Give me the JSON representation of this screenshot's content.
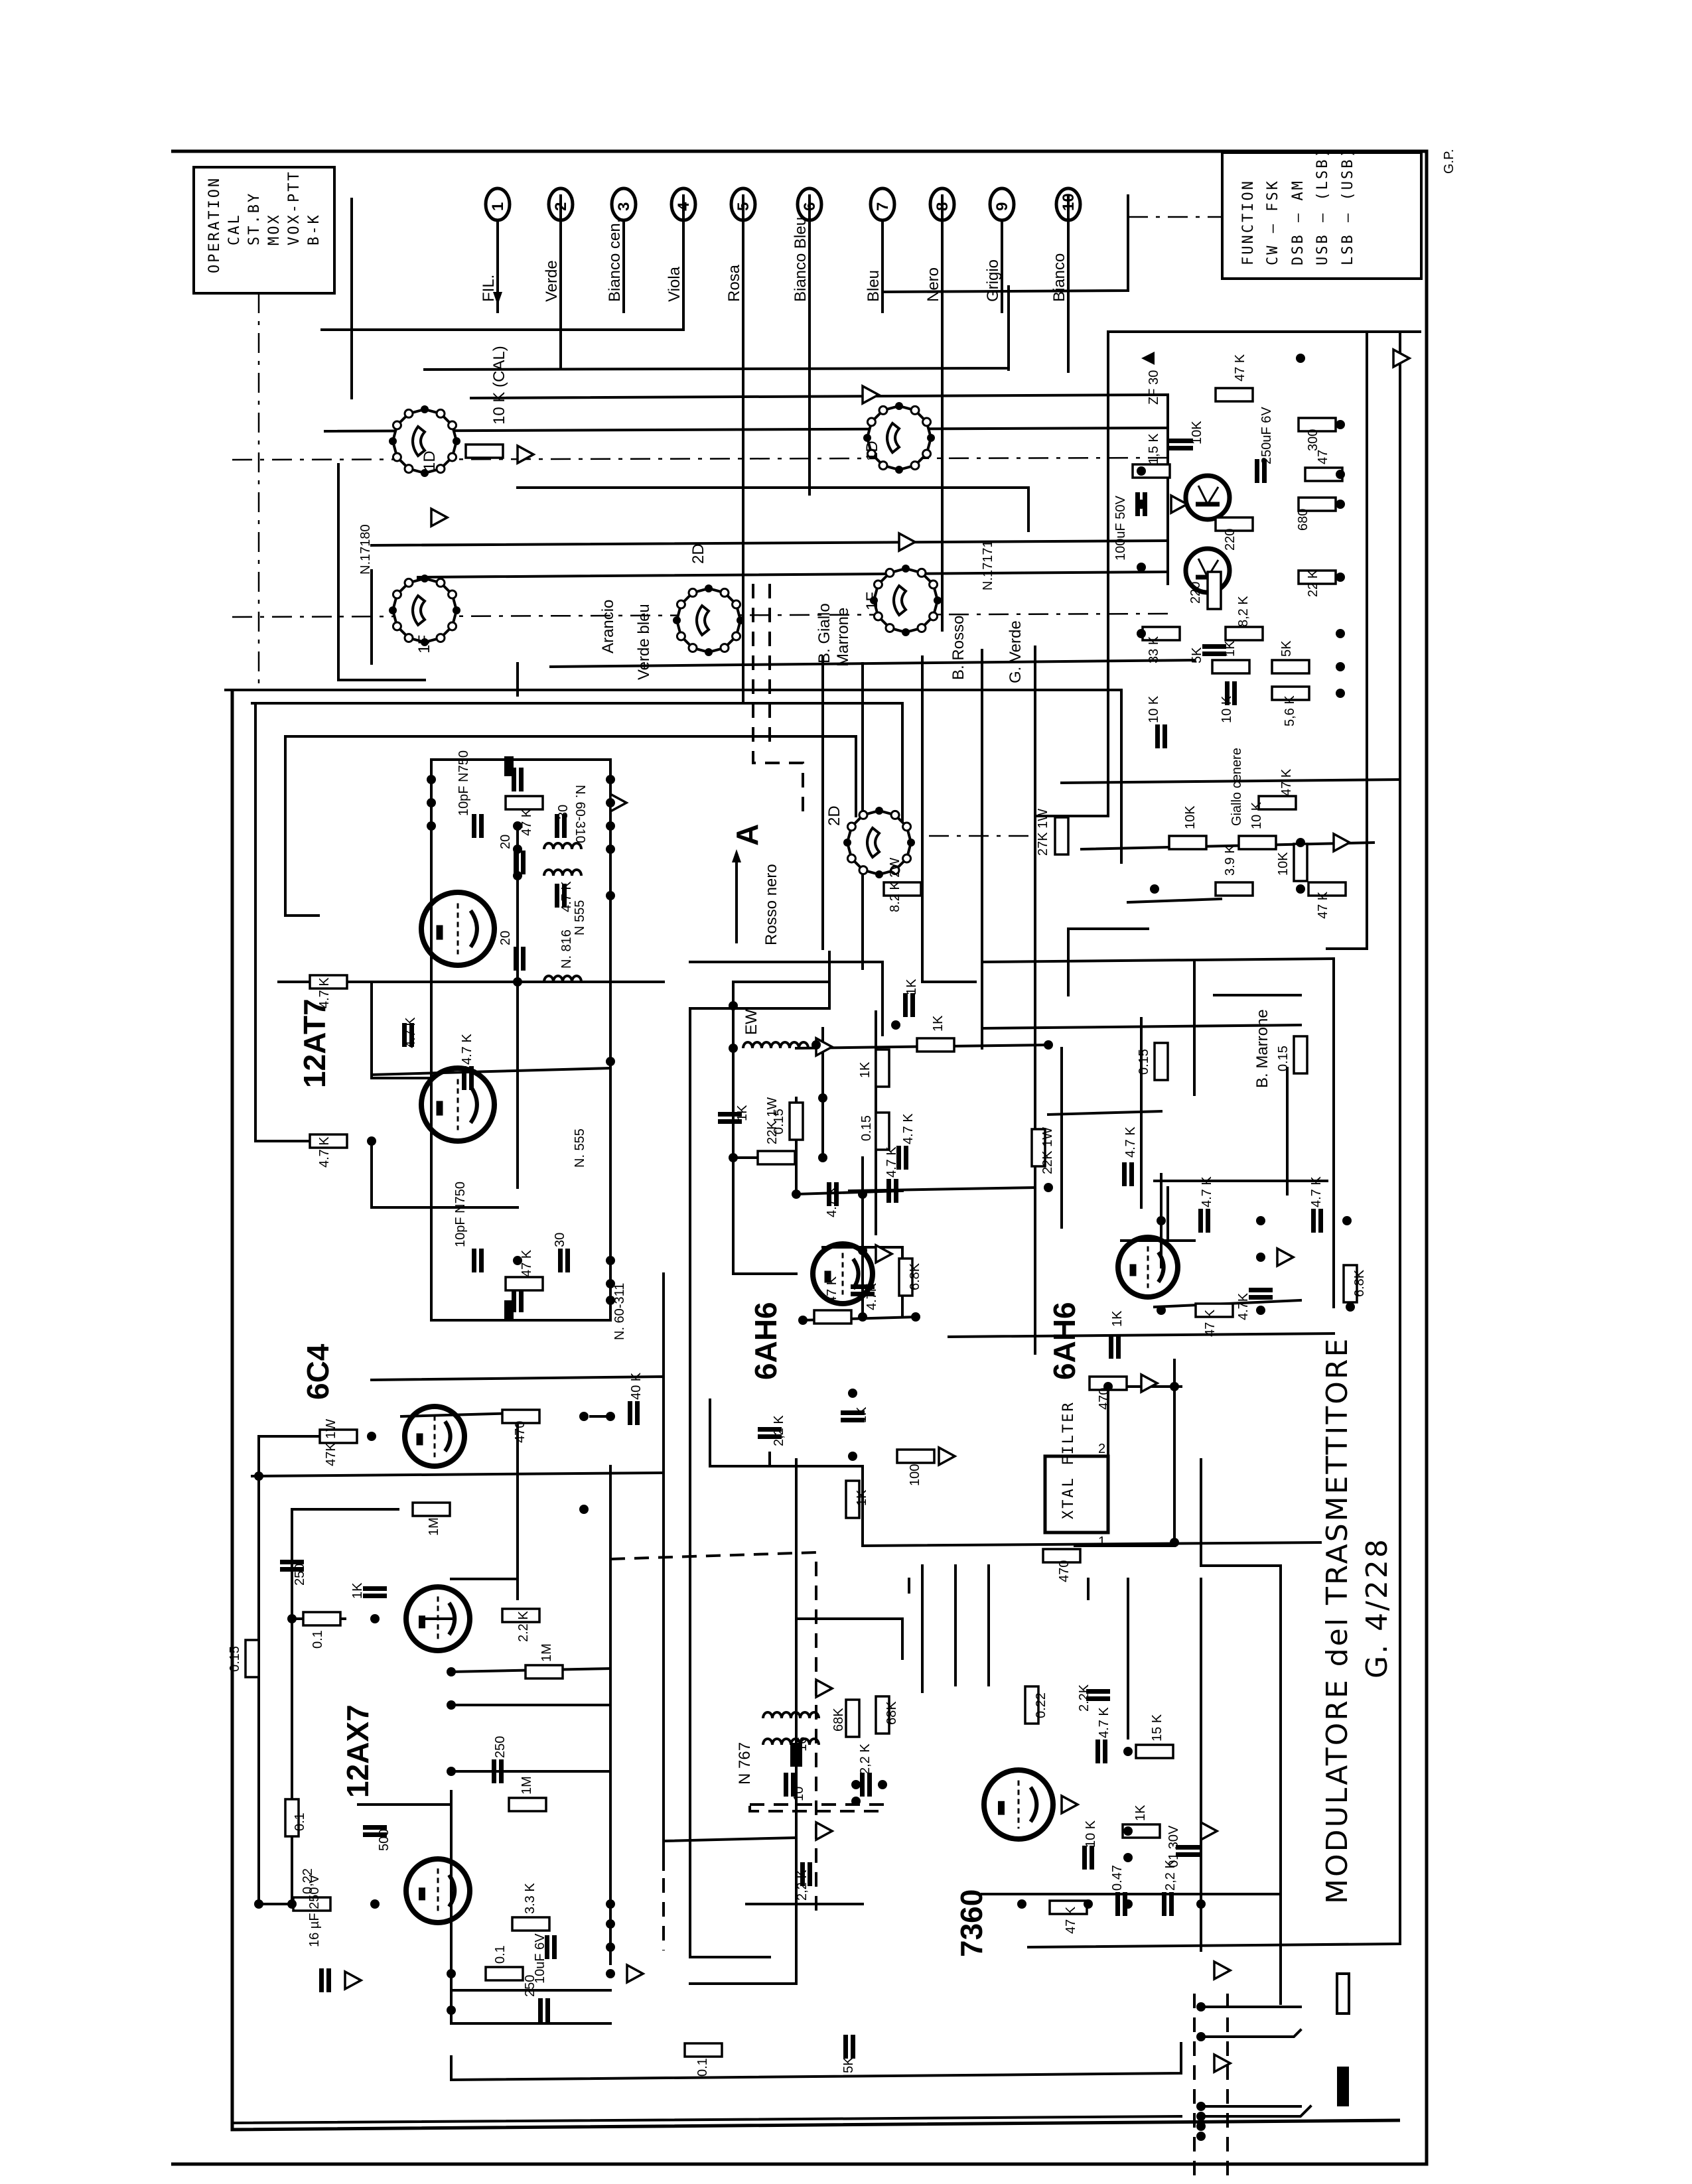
{
  "document": {
    "title": "MODULATORE del TRASMETTITORE",
    "model": "G. 4/228",
    "author_mark": "G.P."
  },
  "operation_box": {
    "heading": "OPERATION",
    "items": [
      "CAL",
      "ST.BY",
      "MOX",
      "VOX-PTT",
      "B-K"
    ]
  },
  "function_box": {
    "heading": "FUNCTION",
    "items": [
      "CW — FSK",
      "DSB — AM",
      "USB — (LSB)",
      "LSB — (USB)"
    ]
  },
  "connector_pins": [
    {
      "num": "1",
      "wire": "FIL."
    },
    {
      "num": "2",
      "wire": "Verde"
    },
    {
      "num": "3",
      "wire": "Bianco cen."
    },
    {
      "num": "4",
      "wire": "Viola"
    },
    {
      "num": "5",
      "wire": "Rosa"
    },
    {
      "num": "6",
      "wire": "Bianco Bleu"
    },
    {
      "num": "7",
      "wire": "Bleu"
    },
    {
      "num": "8",
      "wire": "Nero"
    },
    {
      "num": "9",
      "wire": "Grigio"
    },
    {
      "num": "10",
      "wire": "Bianco"
    }
  ],
  "tubes": {
    "osc": "12AT7",
    "mod1": "6AH6",
    "mod2": "6AH6",
    "cathode": "6C4",
    "preamp": "12AX7",
    "balmod": "7360"
  },
  "switch_wafers": {
    "op_1d": "1D",
    "op_1f": "1F",
    "op_code": "N.17180",
    "fn_1d": "1D",
    "fn_1f": "1F",
    "fn_code": "N.17171",
    "w2d_top": "2D",
    "w2d_bot": "2D"
  },
  "wire_labels": {
    "arancio": "Arancio",
    "verde_bleu": "Verde bleu",
    "b_giallo": "B. Giallo",
    "marrone": "Marrone",
    "b_rosso": "B. Rosso",
    "g_verde": "G. Verde",
    "rosso_nero": "Rosso nero",
    "giallo_cenere": "Giallo cenere",
    "b_marrone": "B. Marrone",
    "point_a": "A"
  },
  "coils": {
    "n60310": "N. 60-310",
    "n60311": "N. 60-311",
    "n555a": "N 555",
    "n816": "N. 816",
    "n555b": "N. 555",
    "ew": "EW",
    "n767": "N 767"
  },
  "regulator": {
    "zener": "ZF 30",
    "r47k": "47 K",
    "c10k": "10K",
    "c250uf": "250uF 6V",
    "r300": "300",
    "r47": "47",
    "r15k": "1,5 K",
    "c100uf": "100uF 50V",
    "r680": "680",
    "r220a": "220",
    "r22k": "22 K",
    "r220b": "220",
    "r33k": "33 K",
    "r82k": "8,2 K",
    "c5k": "5K",
    "r1k": "1K",
    "p5k": "5K",
    "c10k_b": "10 K",
    "c10k_c": "10 K",
    "r56k": "5,6 K"
  },
  "oscillator": {
    "r47k_a": "4.7 K",
    "r47k_b": "4.7 K",
    "c47k_a": "4.7 K",
    "c47k_b": "4.7 K",
    "c47k_c": "4.7 K",
    "c10pf_a": "10pF N750",
    "c10pf_b": "10pF N750",
    "r47k_c": "47 K",
    "r47k_d": "47 K",
    "c30_a": "30",
    "c30_b": "30",
    "c20_a": "20",
    "c20_b": "20"
  },
  "level_net": {
    "r47k": "47 K",
    "p10k": "10K",
    "r10k": "10 K",
    "r10k_v": "10K",
    "r39k": "3.9 K",
    "r47k_b": "47 K",
    "r27k": "27K 1W",
    "r82k": "8.2 K 2W"
  },
  "mod_stage1": {
    "c1k_a": "1K",
    "c1k_b": "1K",
    "r1k_a": "1K",
    "r1k_b": "1K",
    "r22k": "22K 1W",
    "r015_a": "0.15",
    "r015_b": "0.15",
    "c47k_a": "4.7 K",
    "c47k_b": "4.7 K",
    "c47k_c": "4.7 K",
    "c47k_d": "4.7K",
    "r47k": "47 K",
    "r68k": "6.8K"
  },
  "mod_stage2": {
    "r22k": "22K 1W",
    "r015_a": "0.15",
    "r015_b": "0.15",
    "c47k_a": "4.7 K",
    "c47k_b": "4.7 K",
    "c47k_c": "4.7 K",
    "c47k_d": "4.7K",
    "r47k": "47 K",
    "r68k": "6.8K",
    "c1k": "1K",
    "r470": "470"
  },
  "cathode_stage": {
    "r47k1w": "47K 1W",
    "r470": "470",
    "c40k": "40 K",
    "p1m": "1M",
    "c22k": "2,2 K",
    "c1k": "1K",
    "r100": "100",
    "r1k": "1K"
  },
  "preamp_stage": {
    "c250_a": "250",
    "c1k": "1K",
    "r01_a": "0.1",
    "r22k": "2.2 K",
    "r1m_a": "1M",
    "c250_b": "250",
    "r1m_b": "1M",
    "r015": "0.15",
    "r01_b": "0.1",
    "c500": "500",
    "r022": "0,22",
    "r33k": "3.3 K",
    "c10uf": "10uF 6V",
    "r01_c": "0.1",
    "c250_c": "250",
    "c16uf": "16 µF 250 V",
    "r01_d": "0.1",
    "c5k": "5K"
  },
  "balmod_stage": {
    "xtal_filter": "XTAL FILTER",
    "xtal_pin1": "1",
    "xtal_pin2": "2",
    "r470": "470",
    "r68k_a": "68K",
    "r68k_b": "68K",
    "c22k_a": "2,2 K",
    "c22k_b": "2,2 K",
    "c22k_c": "2.2K",
    "c22k_d": "2,2 K",
    "r022": "0.22",
    "c47k": "4.7 K",
    "r15k": "15 K",
    "r1k": "1K",
    "c10k": "10 K",
    "c047": "0.47",
    "c01": "01 30V",
    "r47k": "47 K",
    "c16": "16",
    "c10": "10"
  }
}
